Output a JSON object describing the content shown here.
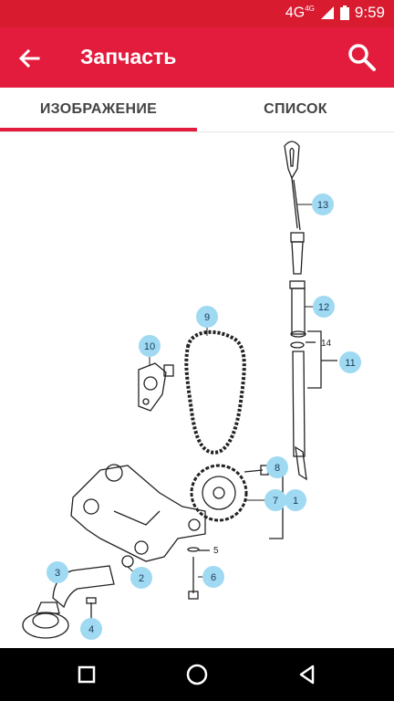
{
  "status_bar": {
    "network": "4G",
    "network_small": "4G",
    "time": "9:59"
  },
  "app_bar": {
    "title": "Запчасть",
    "back_icon": "arrow-back-icon",
    "search_icon": "search-icon"
  },
  "tabs": [
    {
      "label": "ИЗОБРАЖЕНИЕ",
      "selected": true
    },
    {
      "label": "СПИСОК",
      "selected": false
    }
  ],
  "colors": {
    "accent": "#e31c3d",
    "callout_fill": "#9fd9f2",
    "statusbar": "#d81b2f"
  },
  "diagram": {
    "callouts": [
      "13",
      "12",
      "11",
      "10",
      "9",
      "8",
      "7",
      "1",
      "2",
      "3",
      "4",
      "6"
    ],
    "labels": [
      "14",
      "5"
    ]
  },
  "navbar": {
    "icons": [
      "recent-apps-icon",
      "home-icon",
      "back-icon"
    ]
  }
}
